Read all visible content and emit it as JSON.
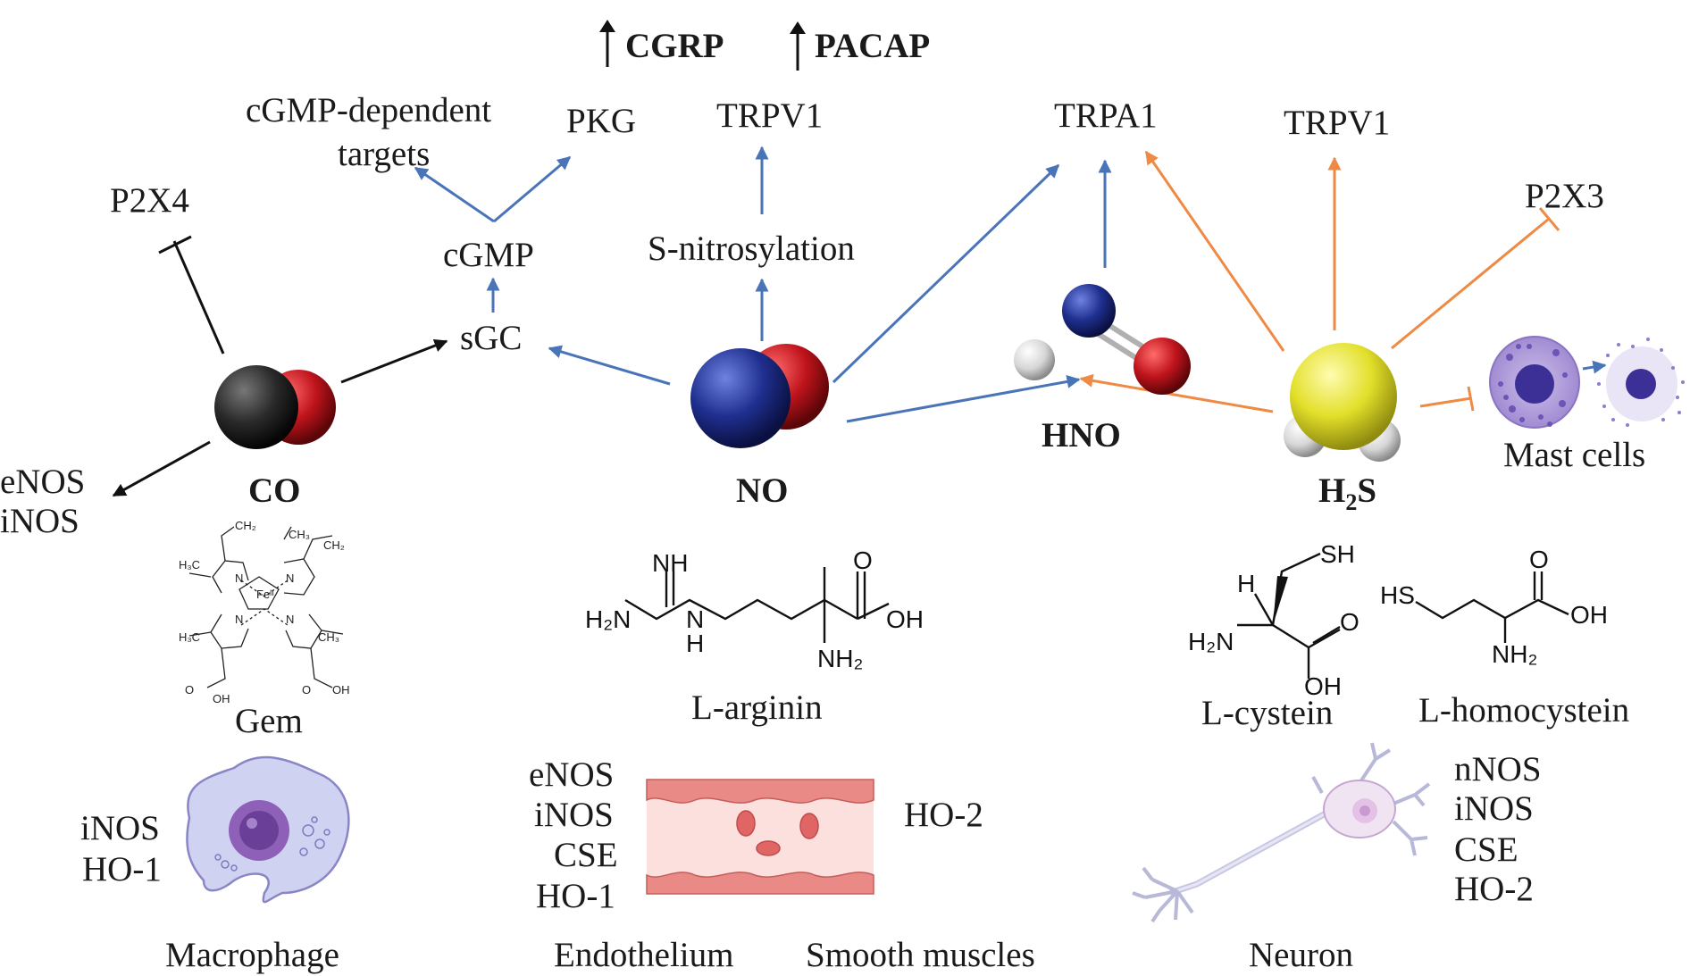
{
  "top": {
    "cgrp": "CGRP",
    "pacap": "PACAP"
  },
  "labels": {
    "cgmp_targets_1": "cGMP-dependent",
    "cgmp_targets_2": "targets",
    "pkg": "PKG",
    "trpv1_left": "TRPV1",
    "trpa1": "TRPA1",
    "trpv1_right": "TRPV1",
    "p2x4": "P2X4",
    "p2x3": "P2X3",
    "cgmp": "cGMP",
    "sgc": "sGC",
    "s_nitrosylation": "S-nitrosylation",
    "enos_left": "eNOS",
    "inos_left": "iNOS",
    "mast_cells": "Mast cells"
  },
  "molecules": {
    "co": "CO",
    "no": "NO",
    "hno": "HNO",
    "h2s_h": "H",
    "h2s_sub": "2",
    "h2s_s": "S"
  },
  "precursors": {
    "gem": "Gem",
    "arginine": "L-arginin",
    "cysteine": "L-cystein",
    "homocysteine": "L-homocystein"
  },
  "chem_atoms": {
    "nh": "NH",
    "h2n": "H₂N",
    "n": "N",
    "h": "H",
    "o": "O",
    "oh": "OH",
    "nh2": "NH₂",
    "sh": "SH",
    "hs": "HS",
    "ch2": "CH₂",
    "ch3": "CH₃",
    "h3c": "H₃C",
    "fe": "Feᴵᴵ"
  },
  "cells": {
    "macrophage": {
      "name": "Macrophage",
      "enzymes": [
        "iNOS",
        "HO-1"
      ]
    },
    "endothelium": {
      "name": "Endothelium",
      "enzymes": [
        "eNOS",
        "iNOS",
        "CSE",
        "HO-1"
      ]
    },
    "smooth_muscles": {
      "name": "Smooth muscles",
      "enzymes": [
        "HO-2"
      ]
    },
    "neuron": {
      "name": "Neuron",
      "enzymes": [
        "nNOS",
        "iNOS",
        "CSE",
        "HO-2"
      ]
    }
  },
  "colors": {
    "no_pathway": "#4a74b8",
    "h2s_pathway": "#ef8a45",
    "co_pathway": "#111111",
    "carbon": "#2a2a2a",
    "oxygen": "#c0141c",
    "nitrogen": "#1f2f8f",
    "sulfur": "#e2df2a",
    "hydrogen": "#e8e8e8"
  }
}
